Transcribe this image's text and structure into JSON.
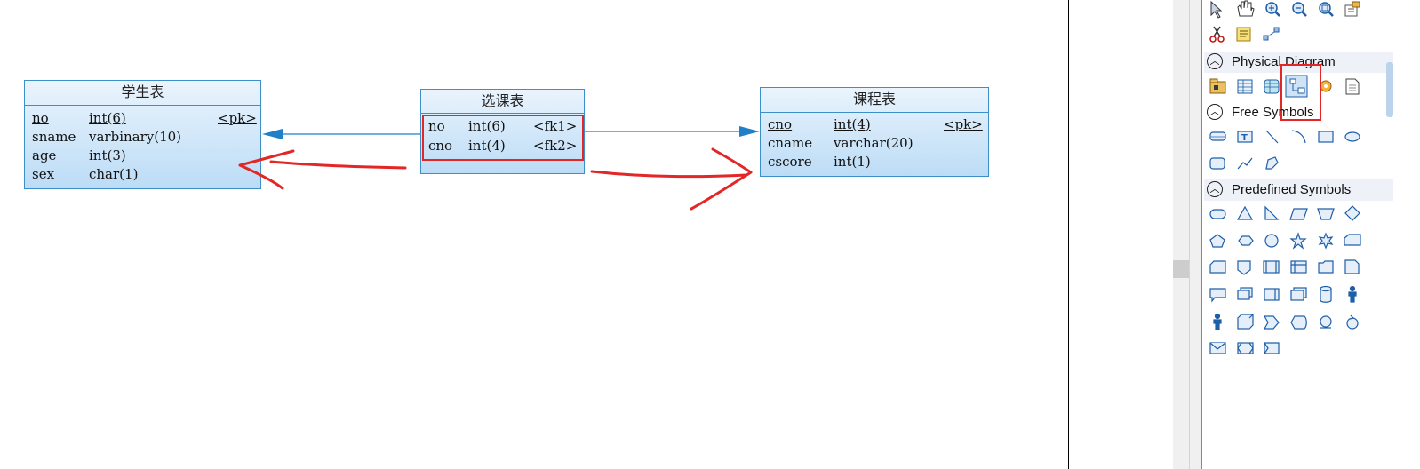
{
  "tables": {
    "student": {
      "title": "学生表",
      "rows": [
        {
          "name": "no",
          "type": "int(6)",
          "key": "<pk>"
        },
        {
          "name": "sname",
          "type": "varbinary(10)",
          "key": ""
        },
        {
          "name": "age",
          "type": "int(3)",
          "key": ""
        },
        {
          "name": "sex",
          "type": "char(1)",
          "key": ""
        }
      ]
    },
    "enroll": {
      "title": "选课表",
      "rows": [
        {
          "name": "no",
          "type": "int(6)",
          "key": "<fk1>"
        },
        {
          "name": "cno",
          "type": "int(4)",
          "key": "<fk2>"
        }
      ]
    },
    "course": {
      "title": "课程表",
      "rows": [
        {
          "name": "cno",
          "type": "int(4)",
          "key": "<pk>"
        },
        {
          "name": "cname",
          "type": "varchar(20)",
          "key": ""
        },
        {
          "name": "cscore",
          "type": "int(1)",
          "key": ""
        }
      ]
    }
  },
  "palette": {
    "physical_diagram": "Physical Diagram",
    "free_symbols": "Free Symbols",
    "predefined_symbols": "Predefined Symbols"
  },
  "colors": {
    "table_border": "#3c8fc9",
    "relation_line": "#1f7fc7",
    "annotation": "#e32626"
  }
}
